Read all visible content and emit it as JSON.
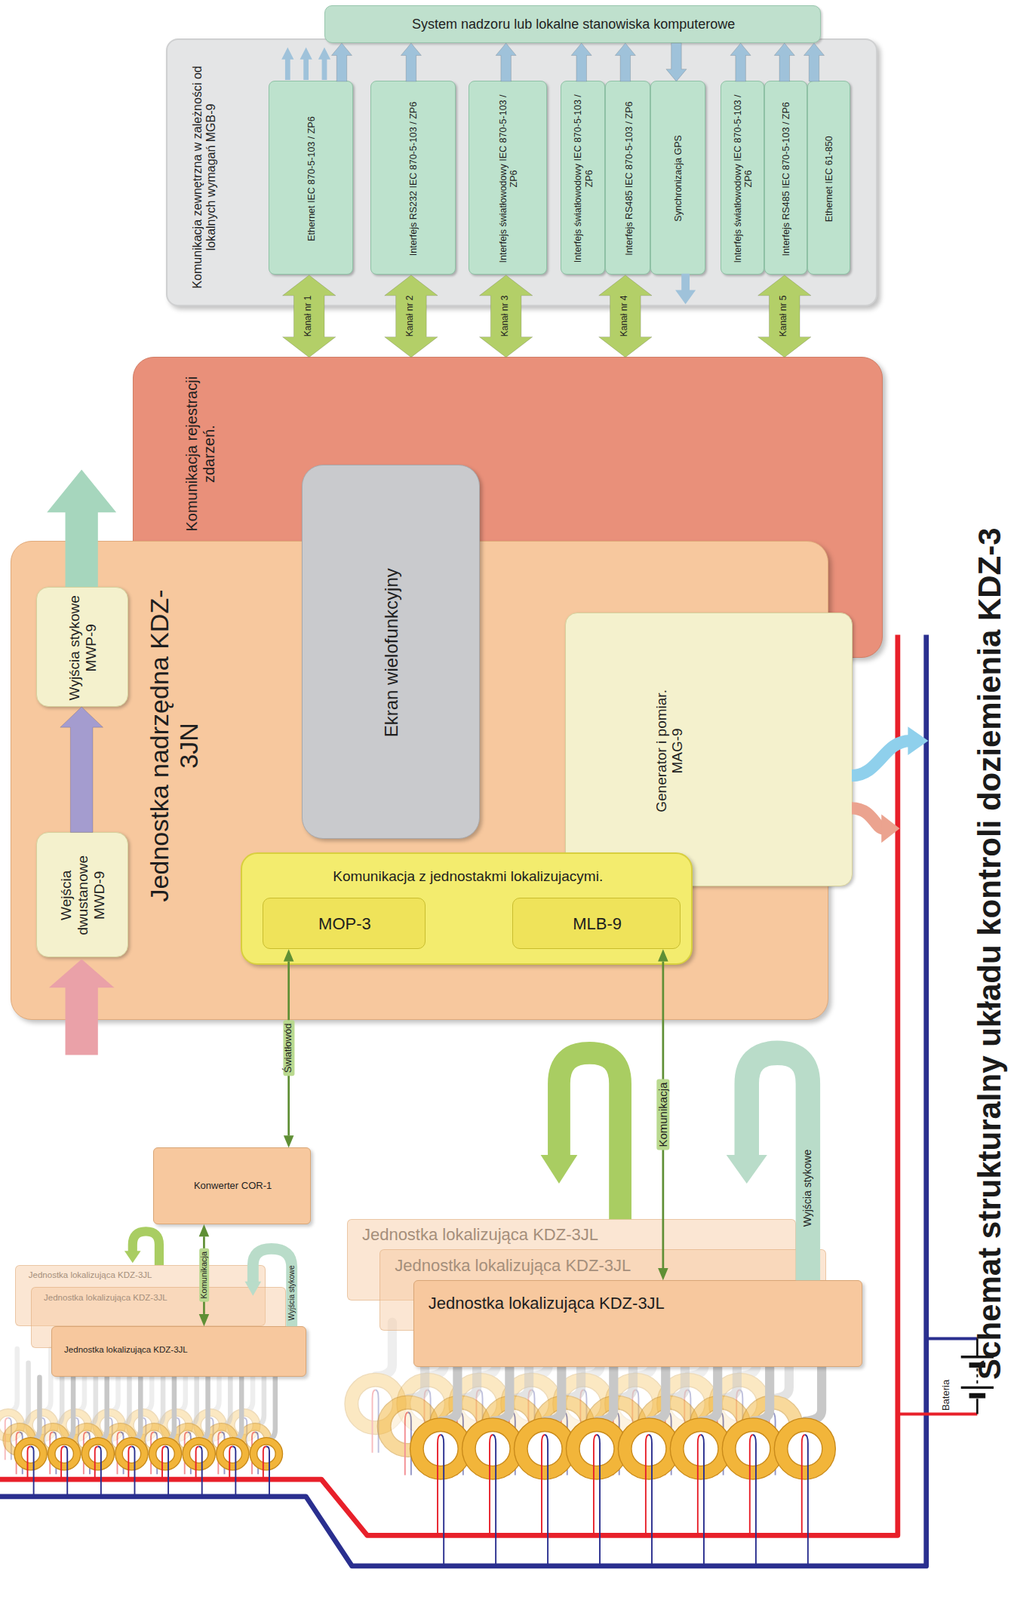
{
  "diagram": {
    "title": "Schemat strukturalny układu kontroli doziemienia KDZ-3",
    "nodes": [
      {
        "text": [
          "System nadzoru lub lokalne stanowiska komputerowe"
        ]
      },
      {
        "text": [
          "Komunikacja zewnętrzna w zależności od lokalnych wymagań MGB-9"
        ]
      },
      {
        "text": [
          "Ethernet IEC 870-5-103 / ZP6"
        ],
        "in": 1
      },
      {
        "text": [
          "Interfejs RS232 IEC 870-5-103 / ZP6"
        ],
        "in": 1
      },
      {
        "text": [
          "Interfejs światłowodowy IEC 870-5-103 / ZP6"
        ],
        "in": 1
      },
      {
        "text": [
          "Interfejs światłowodowy IEC 870-5-103 / ZP6"
        ],
        "in": 1
      },
      {
        "text": [
          "Interfejs RS485 IEC 870-5-103 / ZP6"
        ],
        "in": 1
      },
      {
        "text": [
          "Synchronizacja GPS"
        ],
        "in": 1
      },
      {
        "text": [
          "Interfejs światłowodowy IEC 870-5-103 / ZP6"
        ],
        "in": 1
      },
      {
        "text": [
          "Interfejs RS485 IEC 870-5-103 / ZP6"
        ],
        "in": 1
      },
      {
        "text": [
          "Ethernet IEC 61-850"
        ],
        "in": 1
      },
      {
        "text": [
          "Komunikacja rejestracji zdarzeń."
        ]
      },
      {
        "text": [
          "Jednostka nadrzędna KDZ-3JN"
        ]
      },
      {
        "text": [
          "Wejścia dwustanowe MWD-9"
        ],
        "in": 12
      },
      {
        "text": [
          "Wyjścia stykowe MWP-9"
        ],
        "in": 12
      },
      {
        "text": [
          "Ekran wielofunkcyjny"
        ],
        "in": 12
      },
      {
        "text": [
          "Generator i pomiar. MAG-9"
        ],
        "in": 12
      },
      {
        "text": [
          "Komunikacja z jednostakmi lokalizujacymi."
        ],
        "in": 12
      },
      {
        "text": [
          "MOP-3"
        ],
        "in": 17
      },
      {
        "text": [
          "MLB-9"
        ],
        "in": 17
      },
      {
        "text": [
          "Konwerter COR-1"
        ]
      },
      {
        "text": [
          "Jednostka lokalizująca KDZ-3JL"
        ]
      },
      {
        "text": [
          "Jednostka lokalizująca KDZ-3JL"
        ]
      },
      {
        "text": [
          "Jednostka lokalizująca KDZ-3JL"
        ]
      },
      {
        "text": [
          "Jednostka lokalizująca KDZ-3JL"
        ]
      },
      {
        "text": [
          "Jednostka lokalizująca KDZ-3JL"
        ]
      },
      {
        "text": [
          "Jednostka lokalizująca KDZ-3JL"
        ]
      }
    ],
    "edges": [
      {
        "from": 11,
        "to": 2,
        "label": "Kanał nr 1",
        "arrow": "both"
      },
      {
        "from": 11,
        "to": 3,
        "label": "Kanał nr 2",
        "arrow": "both"
      },
      {
        "from": 11,
        "to": 4,
        "label": "Kanał nr 3",
        "arrow": "both"
      },
      {
        "from": 11,
        "to": 6,
        "label": "Kanał nr 4",
        "arrow": "both"
      },
      {
        "from": 11,
        "to": 9,
        "label": "Kanał nr 5",
        "arrow": "both"
      },
      {
        "from": 2,
        "to": 0,
        "arrow": "to"
      },
      {
        "from": 3,
        "to": 0,
        "arrow": "to"
      },
      {
        "from": 4,
        "to": 0,
        "arrow": "to"
      },
      {
        "from": 5,
        "to": 0,
        "arrow": "to"
      },
      {
        "from": 6,
        "to": 0,
        "arrow": "to"
      },
      {
        "from": 0,
        "to": 7,
        "arrow": "to"
      },
      {
        "from": 8,
        "to": 0,
        "arrow": "to"
      },
      {
        "from": 9,
        "to": 0,
        "arrow": "to"
      },
      {
        "from": 10,
        "to": 0,
        "arrow": "to"
      },
      {
        "from": 13,
        "to": 14,
        "arrow": "to"
      },
      {
        "from": 18,
        "to": 20,
        "label": "Światłowód",
        "arrow": "both"
      },
      {
        "from": 19,
        "to": 23,
        "label": "Komunikacja",
        "arrow": "both"
      },
      {
        "from": 20,
        "to": 26,
        "label": "Komunikacja",
        "arrow": "both"
      }
    ],
    "labels": [
      "Wyjścia stykowe",
      "Wyjścia stykowe",
      "Bateria"
    ]
  }
}
